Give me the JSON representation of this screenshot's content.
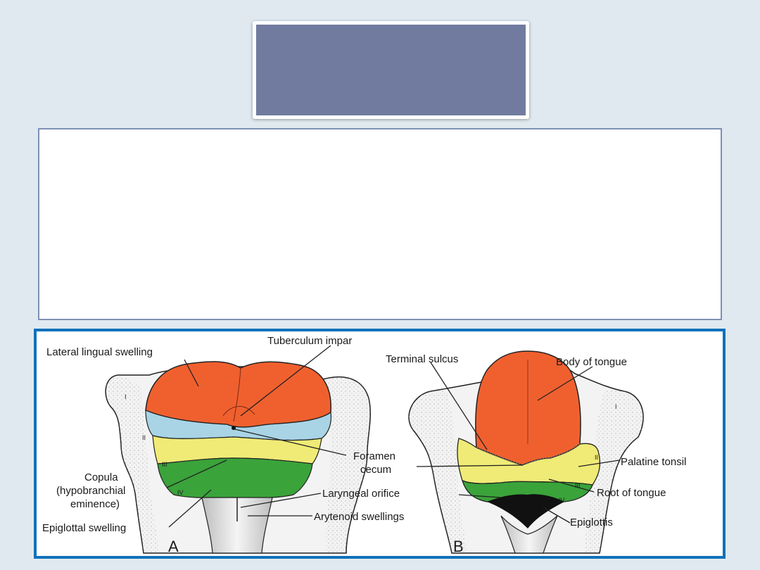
{
  "slide": {
    "title_box_colors": {
      "frame": "#ffffff",
      "fill": "#707b9f"
    },
    "content_box_border": "#7e90b5",
    "figure_border": "#0f71bb",
    "background": "#dfe9ef"
  },
  "figure": {
    "panel_a": {
      "letter": "A",
      "labels": {
        "lateral_lingual_swelling": "Lateral lingual swelling",
        "tuberculum_impar": "Tuberculum impar",
        "foramen_cecum_1": "Foramen",
        "foramen_cecum_2": "cecum",
        "copula_1": "Copula",
        "copula_2": "(hypobranchial",
        "copula_3": "eminence)",
        "laryngeal_orifice": "Laryngeal orifice",
        "arytenoid_swellings": "Arytenoid swellings",
        "epiglottal_swelling": "Epiglottal swelling"
      },
      "arch_numerals": [
        "I",
        "II",
        "III",
        "IV"
      ]
    },
    "panel_b": {
      "letter": "B",
      "labels": {
        "terminal_sulcus": "Terminal sulcus",
        "body_of_tongue": "Body of tongue",
        "palatine_tonsil": "Palatine tonsil",
        "root_of_tongue": "Root of tongue",
        "epiglottis": "Epiglottis"
      }
    },
    "colors": {
      "orange": "#f0602f",
      "blue": "#a8d4e6",
      "yellow": "#f0eb76",
      "green": "#3aa33a",
      "tissue": "#f3f3f3",
      "outline": "#222222"
    }
  }
}
